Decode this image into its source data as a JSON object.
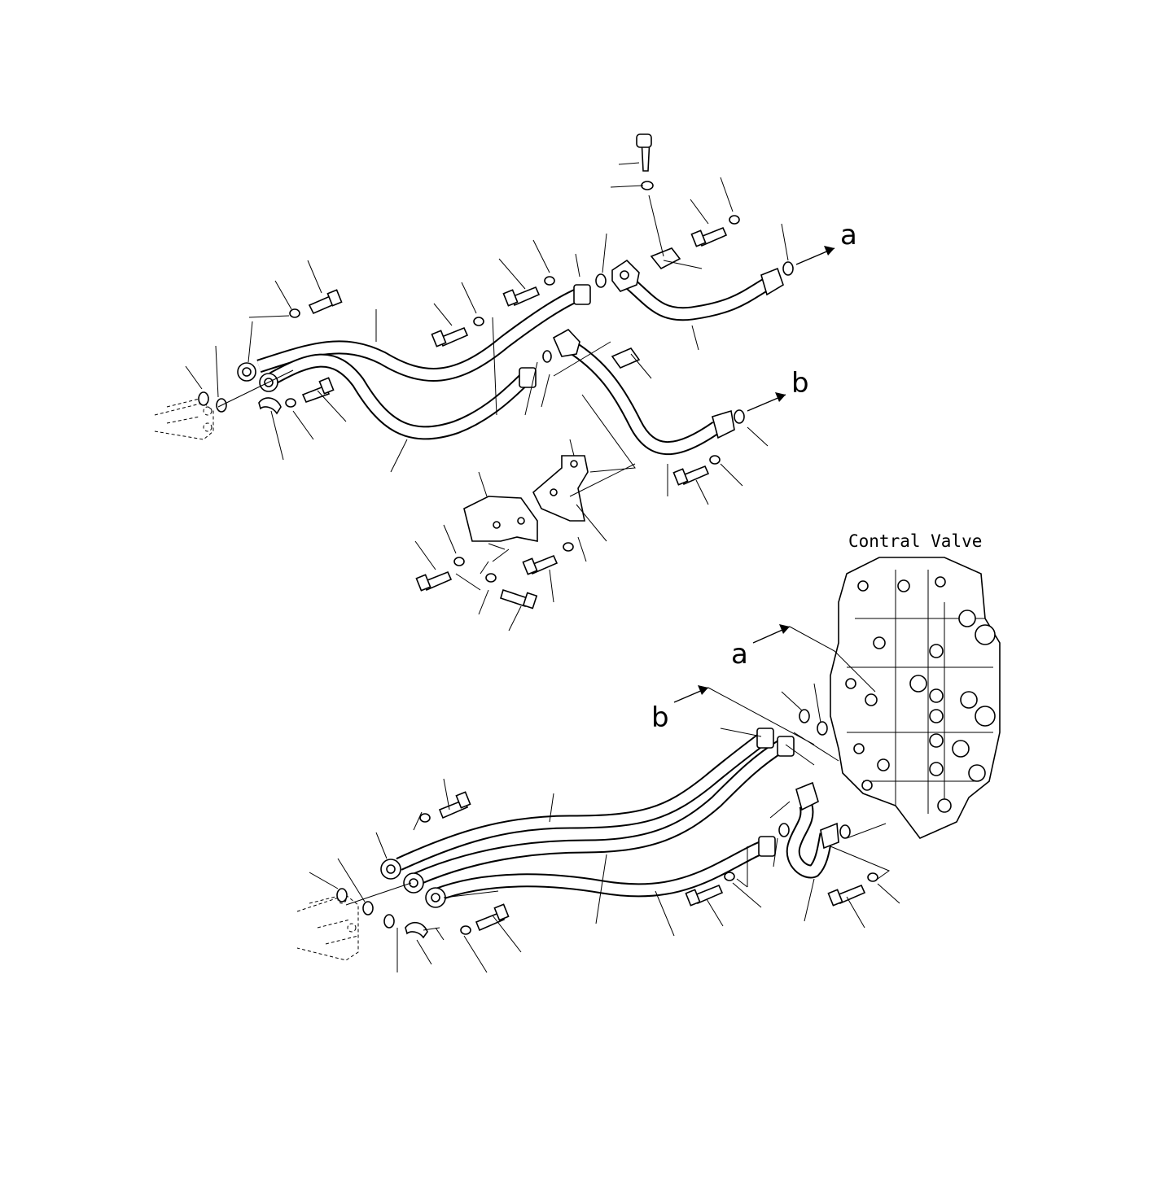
{
  "labels": {
    "control_valve": "Contral Valve",
    "arrow_a_top": "a",
    "arrow_b_top": "b",
    "arrow_a_bottom": "a",
    "arrow_b_bottom": "b"
  },
  "colors": {
    "line": "#000000",
    "background": "#ffffff"
  }
}
